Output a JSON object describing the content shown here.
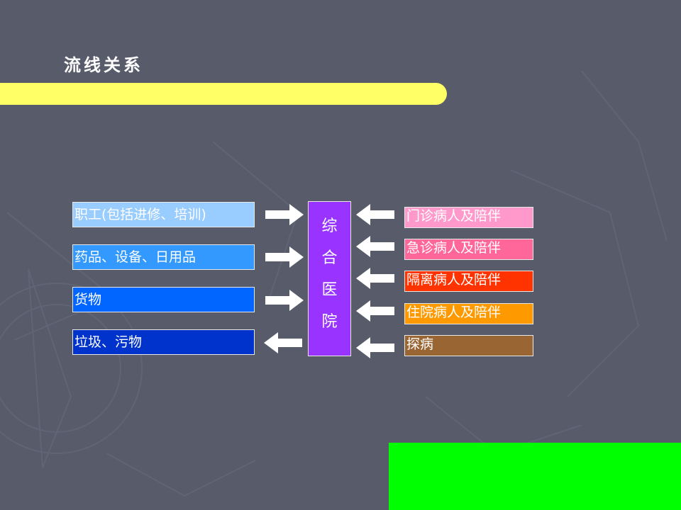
{
  "title": "流线关系",
  "center": {
    "chars": [
      "综",
      "合",
      "医",
      "院"
    ],
    "color": "#9933ff"
  },
  "left_boxes": [
    {
      "label": "职工(包括进修、培训)",
      "color": "#99ccff",
      "direction": "in"
    },
    {
      "label": "药品、设备、日用品",
      "color": "#3399ff",
      "direction": "in"
    },
    {
      "label": "货物",
      "color": "#0066ff",
      "direction": "in"
    },
    {
      "label": "垃圾、污物",
      "color": "#0033cc",
      "direction": "out"
    }
  ],
  "right_boxes": [
    {
      "label": "门诊病人及陪伴",
      "color": "#ff99cc"
    },
    {
      "label": "急诊病人及陪伴",
      "color": "#ff6699"
    },
    {
      "label": "隔离病人及陪伴",
      "color": "#ff3300"
    },
    {
      "label": "住院病人及陪伴",
      "color": "#ff9900"
    },
    {
      "label": "探病",
      "color": "#996633"
    }
  ],
  "colors": {
    "background": "#575b6a",
    "accent_bar": "#ffff66",
    "green_block": "#00ff00",
    "arrow": "#ffffff"
  }
}
